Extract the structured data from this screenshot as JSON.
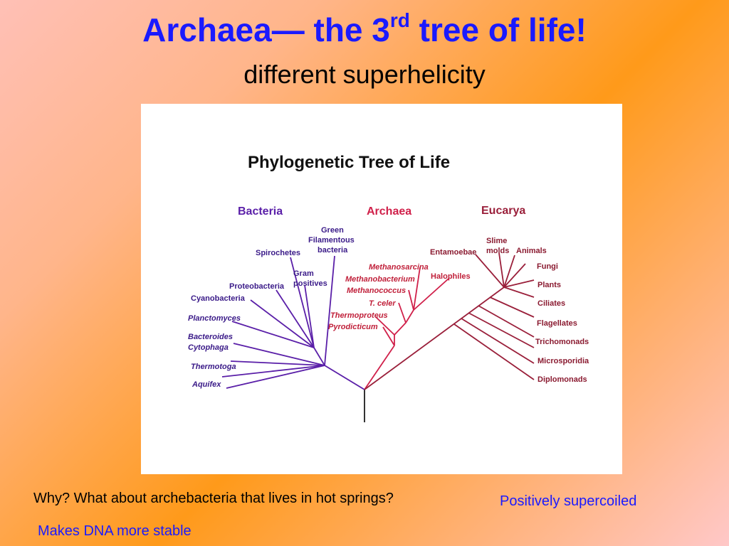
{
  "slide": {
    "title_main": "Archaea— the 3",
    "title_sup": "rd",
    "title_end": " tree of life!",
    "subtitle": "different superhelicity",
    "question": "Why? What about archebacteria that lives in hot springs?",
    "answer_1": "Positively supercoiled",
    "answer_2": "Makes DNA more stable"
  },
  "tree": {
    "title": "Phylogenetic Tree of Life",
    "colors": {
      "bacteria": "#5a1fa8",
      "archaea": "#d0204a",
      "eucarya": "#9a1f3a",
      "root": "#333333"
    },
    "domains": {
      "bacteria": "Bacteria",
      "archaea": "Archaea",
      "eucarya": "Eucarya"
    },
    "bacteria": {
      "green_1": "Green",
      "green_2": "Filamentous",
      "green_3": "bacteria",
      "spirochetes": "Spirochetes",
      "gram_1": "Gram",
      "gram_2": "positives",
      "proteobacteria": "Proteobacteria",
      "cyanobacteria": "Cyanobacteria",
      "planctomyces": "Planctomyces",
      "bacteroides_1": "Bacteroides",
      "bacteroides_2": "Cytophaga",
      "thermotoga": "Thermotoga",
      "aquifex": "Aquifex"
    },
    "archaea": {
      "methanosarcina": "Methanosarcina",
      "methanobacterium": "Methanobacterium",
      "methanococcus": "Methanococcus",
      "t_celer": "T. celer",
      "thermoproteus": "Thermoproteus",
      "pyrodicticum": "Pyrodicticum",
      "halophiles": "Halophiles"
    },
    "eucarya": {
      "entamoebae": "Entamoebae",
      "slime_1": "Slime",
      "slime_2": "molds",
      "animals": "Animals",
      "fungi": "Fungi",
      "plants": "Plants",
      "ciliates": "Ciliates",
      "flagellates": "Flagellates",
      "trichomonads": "Trichomonads",
      "microsporidia": "Microsporidia",
      "diplomonads": "Diplomonads"
    }
  }
}
